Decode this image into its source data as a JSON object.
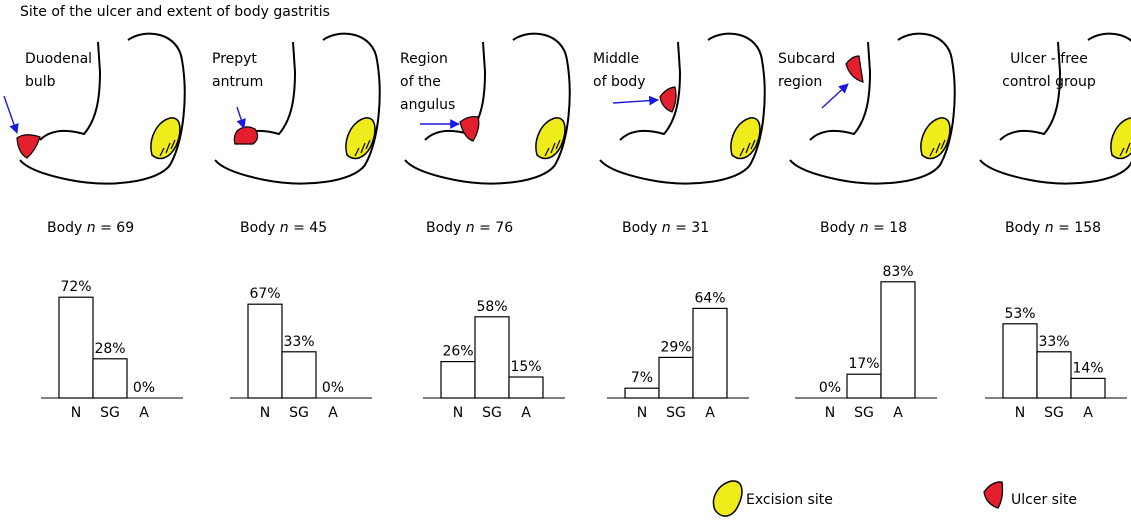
{
  "title": "Site of the ulcer and extent of body gastritis",
  "body_prefix": "Body",
  "n_symbol": "n",
  "colors": {
    "ulcer": "#e31e2d",
    "excision": "#f0ec1c",
    "bar_fill": "#ffffff",
    "stroke": "#000000",
    "arrow": "#1a1adf"
  },
  "chart_data": [
    {
      "type": "bar",
      "site": [
        "Duodenal",
        "bulb"
      ],
      "ulcer": "duodenal",
      "n_text": "= 69",
      "categories": [
        "N",
        "SG",
        "A"
      ],
      "values": [
        72,
        28,
        0
      ],
      "labels": [
        "72%",
        "28%",
        "0%"
      ],
      "ylim": [
        0,
        100
      ]
    },
    {
      "type": "bar",
      "site": [
        "Prepyt",
        "antrum"
      ],
      "ulcer": "prepyloric",
      "n_text": "= 45",
      "categories": [
        "N",
        "SG",
        "A"
      ],
      "values": [
        67,
        33,
        0
      ],
      "labels": [
        "67%",
        "33%",
        "0%"
      ],
      "ylim": [
        0,
        100
      ]
    },
    {
      "type": "bar",
      "site": [
        "Region",
        "of the",
        "angulus"
      ],
      "ulcer": "angulus",
      "n_text": "= 76",
      "categories": [
        "N",
        "SG",
        "A"
      ],
      "values": [
        26,
        58,
        15
      ],
      "labels": [
        "26%",
        "58%",
        "15%"
      ],
      "ylim": [
        0,
        100
      ]
    },
    {
      "type": "bar",
      "site": [
        "Middle",
        "of body"
      ],
      "ulcer": "middle",
      "n_text": "= 31",
      "categories": [
        "N",
        "SG",
        "A"
      ],
      "values": [
        7,
        29,
        64
      ],
      "labels": [
        "7%",
        "29%",
        "64%"
      ],
      "ylim": [
        0,
        100
      ]
    },
    {
      "type": "bar",
      "site": [
        "Subcard",
        "region"
      ],
      "ulcer": "subcardial",
      "n_text": "= 18",
      "categories": [
        "N",
        "SG",
        "A"
      ],
      "values": [
        0,
        17,
        83
      ],
      "labels": [
        "0%",
        "17%",
        "83%"
      ],
      "ylim": [
        0,
        100
      ]
    },
    {
      "type": "bar",
      "site": [
        "Ulcer - free",
        "control group"
      ],
      "ulcer": "none",
      "n_text": "= 158",
      "categories": [
        "N",
        "SG",
        "A"
      ],
      "values": [
        53,
        33,
        14
      ],
      "labels": [
        "53%",
        "33%",
        "14%"
      ],
      "ylim": [
        0,
        100
      ]
    }
  ],
  "legend": [
    {
      "label": "Excision site",
      "icon": "excision-site-icon"
    },
    {
      "label": "Ulcer site",
      "icon": "ulcer-site-icon"
    }
  ]
}
